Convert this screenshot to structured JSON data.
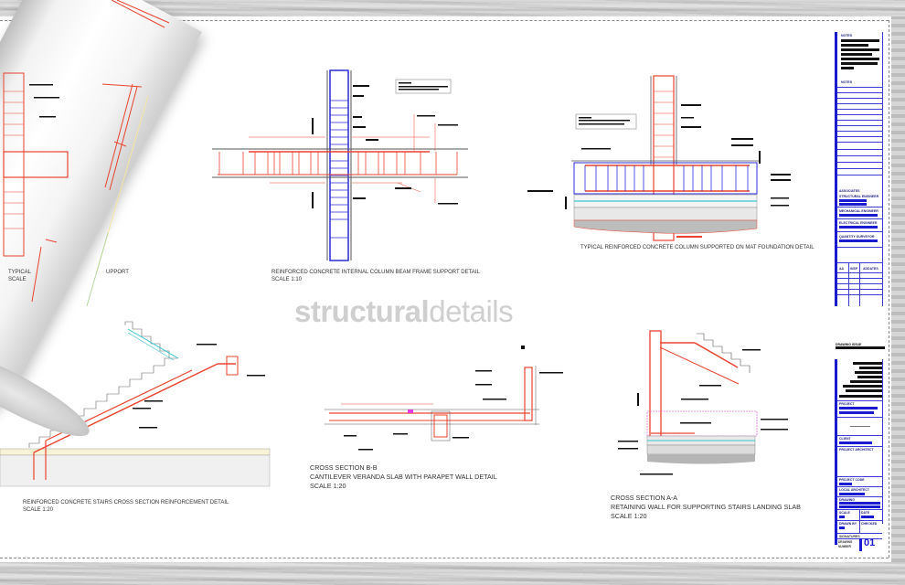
{
  "watermark": {
    "bold": "structural",
    "light": "details"
  },
  "drawings": [
    {
      "id": "column-beam-partial",
      "title_visible": "TYPICAL",
      "scale_visible": "SCALE",
      "title_tail": "UPPORT"
    },
    {
      "id": "internal-column-beam",
      "title": "REINFORCED CONCRETE INTERNAL COLUMN BEAM FRAME SUPPORT DETAIL",
      "scale": "SCALE 1:10"
    },
    {
      "id": "mat-foundation",
      "title": "TYPICAL REINFORCED CONCRETE COLUMN SUPPORTED ON MAT FOUNDATION DETAIL",
      "scale": ""
    },
    {
      "id": "stairs-section",
      "title": "REINFORCED CONCRETE STAIRS CROSS SECTION REINFORCEMENT DETAIL",
      "scale": "SCALE 1:20"
    },
    {
      "id": "section-b-b",
      "section": "CROSS SECTION B-B",
      "title": "CANTILEVER VERANDA SLAB WITH PARAPET WALL DETAIL",
      "scale": "SCALE 1:20"
    },
    {
      "id": "section-a-a",
      "section": "CROSS SECTION A-A",
      "title": "RETAINING WALL FOR SUPPORTING STAIRS LANDING SLAB",
      "scale": "SCALE 1:20"
    }
  ],
  "title_block": {
    "upper": {
      "notes_1": "NOTES",
      "notes_2": "NOTES",
      "associates": "ASSOCIATES",
      "structural_engineer": "STRUCTURAL ENGINEER",
      "mechanical_engineer": "MECHANICAL ENGINEER",
      "electrical_engineer": "ELECTRICAL ENGINEER",
      "quantity_surveyor": "QUANTITY SURVEYOR",
      "rev_cols": [
        "AA",
        "INSP",
        "ADDATES"
      ]
    },
    "lower": {
      "drawn_by_heading": "DRAWING ISSUE",
      "project": "PROJECT",
      "client": "CLIENT",
      "project_architect": "PROJECT ARCHITECT",
      "project_code": "PROJECT CODE",
      "local_architect": "LOCAL ARCHITECT",
      "drawing": "DRAWING",
      "scale": "SCALE",
      "date": "DATE",
      "drawn_by": "DRAWN BY",
      "checked": "CHECKED",
      "signatures": "SIGNATURES",
      "drawing_number_label": "DRAWING NUMBER",
      "drawing_number": "01"
    }
  },
  "colors": {
    "rebar_red": "#e8432e",
    "column_blue": "#2a2ad8",
    "titleblock_blue": "#1a1ad0",
    "dim_green": "#3ec43e",
    "cyan": "#35c7cf"
  }
}
